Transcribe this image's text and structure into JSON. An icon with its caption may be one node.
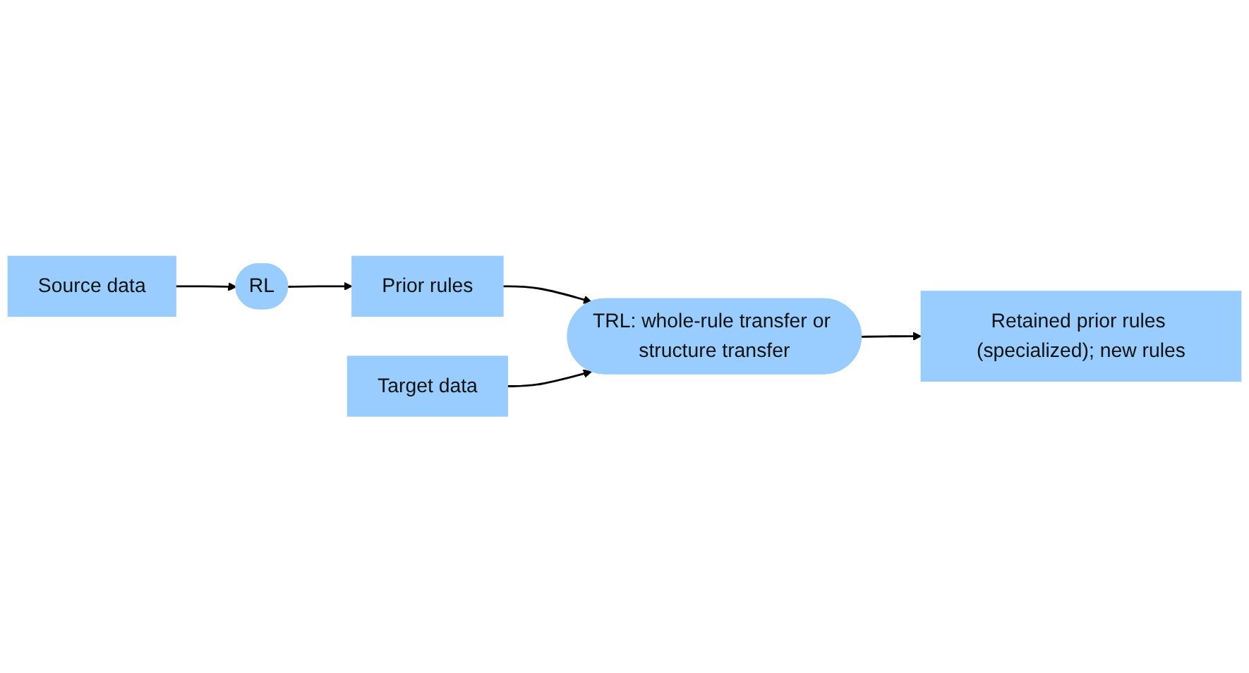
{
  "diagram": {
    "nodes": [
      {
        "text": [
          "Source data"
        ]
      },
      {
        "text": [
          "RL"
        ]
      },
      {
        "text": [
          "Prior rules"
        ]
      },
      {
        "text": [
          "Target data"
        ]
      },
      {
        "text": [
          "TRL: whole-rule transfer or structure transfer"
        ]
      },
      {
        "text": [
          "Retained prior rules (specialized); new rules"
        ]
      }
    ],
    "edges": [
      {
        "from": 0,
        "to": 1,
        "arrow": "to"
      },
      {
        "from": 1,
        "to": 2,
        "arrow": "to"
      },
      {
        "from": 2,
        "to": 4,
        "arrow": "to"
      },
      {
        "from": 3,
        "to": 4,
        "arrow": "to"
      },
      {
        "from": 4,
        "to": 5,
        "arrow": "to"
      }
    ]
  }
}
